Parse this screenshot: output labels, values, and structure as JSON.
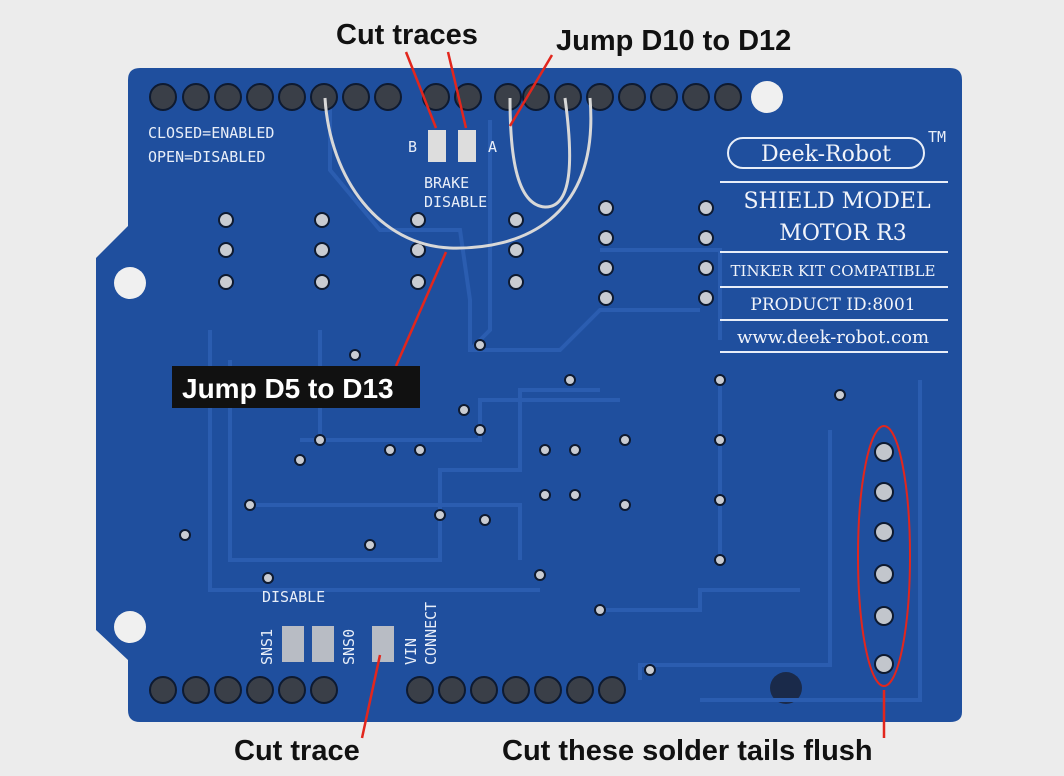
{
  "colors": {
    "board": "#1f4f9e",
    "trace": "#2a5cae",
    "silk": "#e8eef8",
    "annotation_line": "#e2261d",
    "ellipse": "#e2261d",
    "background": "#ececec"
  },
  "silkscreen": {
    "closed": "CLOSED=ENABLED",
    "open": "OPEN=DISABLED",
    "jumper_b": "B",
    "jumper_a": "A",
    "brake": "BRAKE",
    "brake_disable": "DISABLE",
    "logo": "Deek-Robot",
    "tm": "TM",
    "model_line1": "SHIELD MODEL",
    "model_line2": "MOTOR R3",
    "tinker": "TINKER KIT COMPATIBLE",
    "product": "PRODUCT ID:8001",
    "website": "www.deek-robot.com",
    "disable": "DISABLE",
    "sns1": "SNS1",
    "sns0": "SNS0",
    "vin": "VIN",
    "connect": "CONNECT"
  },
  "annotations": {
    "cut_traces": "Cut traces",
    "jump_d10": "Jump D10 to D12",
    "jump_d5": "Jump D5 to D13",
    "cut_trace": "Cut trace",
    "cut_tails": "Cut these solder tails flush"
  }
}
